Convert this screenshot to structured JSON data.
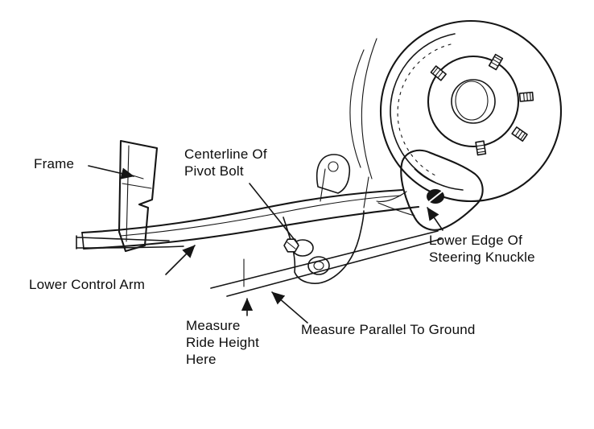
{
  "diagram": {
    "labels": {
      "frame": "Frame",
      "centerline_of_pivot_bolt": "Centerline Of\nPivot Bolt",
      "lower_control_arm": "Lower Control Arm",
      "lower_edge_of_steering_knuckle": "Lower Edge Of\nSteering Knuckle",
      "measure_ride_height_here": "Measure\nRide Height\nHere",
      "measure_parallel_to_ground": "Measure Parallel To Ground"
    }
  }
}
